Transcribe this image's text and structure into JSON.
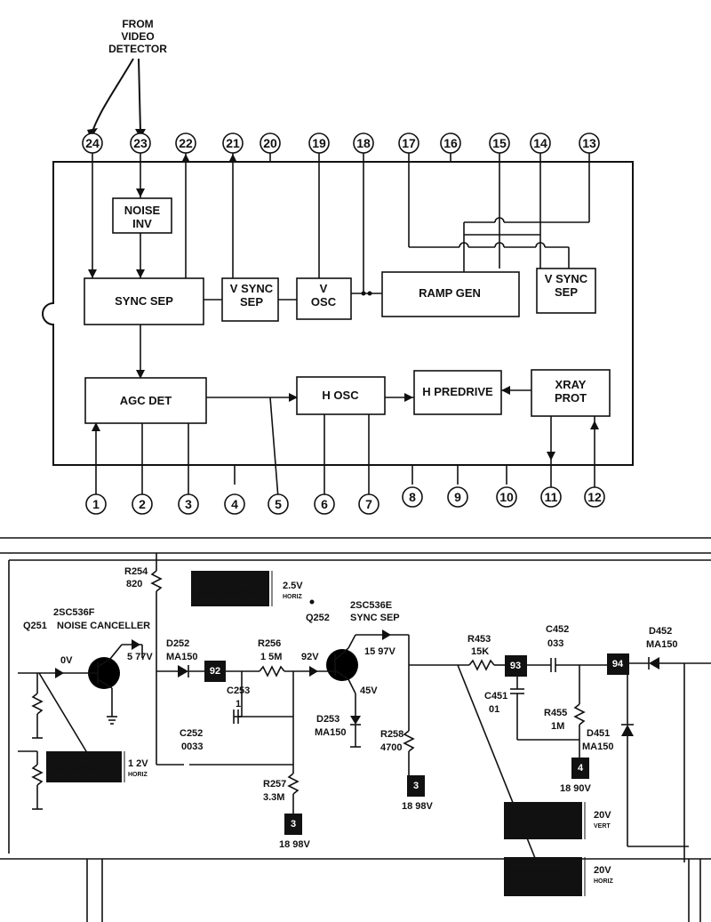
{
  "header_label": [
    "FROM",
    "VIDEO",
    "DETECTOR"
  ],
  "top_pins": [
    "24",
    "23",
    "22",
    "21",
    "20",
    "19",
    "18",
    "17",
    "16",
    "15",
    "14",
    "13"
  ],
  "bottom_pins": [
    "1",
    "2",
    "3",
    "4",
    "5",
    "6",
    "7",
    "8",
    "9",
    "10",
    "11",
    "12"
  ],
  "blocks": {
    "noise_inv": [
      "NOISE",
      "INV"
    ],
    "sync_sep": "SYNC SEP",
    "v_sync_sep_1": [
      "V SYNC",
      "SEP"
    ],
    "v_osc": [
      "V",
      "OSC"
    ],
    "ramp_gen": "RAMP GEN",
    "v_sync_sep_2": [
      "V SYNC",
      "SEP"
    ],
    "agc_det": "AGC DET",
    "h_osc": "H OSC",
    "h_predrive": "H PREDRIVE",
    "xray_prot": [
      "XRAY",
      "PROT"
    ]
  },
  "schematic": {
    "q251": {
      "ref": "Q251",
      "type": "2SC536F",
      "function": "NOISE CANCELLER",
      "voltage_base": "0V",
      "voltage_emitter": "5 77V"
    },
    "r254": {
      "ref": "R254",
      "value": "820"
    },
    "d252": {
      "ref": "D252",
      "value": "MA150"
    },
    "tp92": "92",
    "r256": {
      "ref": "R256",
      "value": "1 5M"
    },
    "node_92v": "92V",
    "c253": {
      "ref": "C253",
      "value": "1"
    },
    "c252": {
      "ref": "C252",
      "value": "0033"
    },
    "r257": {
      "ref": "R257",
      "value": "3.3M"
    },
    "tp3a": {
      "id": "3",
      "voltage": "18 98V"
    },
    "q252": {
      "ref": "Q252",
      "type": "2SC536E",
      "function": "SYNC SEP",
      "voltage_collector": "15 97V",
      "voltage_emitter": "45V"
    },
    "d253": {
      "ref": "D253",
      "value": "MA150"
    },
    "r258": {
      "ref": "R258",
      "value": "4700"
    },
    "tp3b": {
      "id": "3",
      "voltage": "18 98V"
    },
    "r453": {
      "ref": "R453",
      "value": "15K"
    },
    "tp93": "93",
    "c452": {
      "ref": "C452",
      "value": "033"
    },
    "c451": {
      "ref": "C451",
      "value": "01"
    },
    "r455": {
      "ref": "R455",
      "value": "1M"
    },
    "d451": {
      "ref": "D451",
      "value": "MA150"
    },
    "tp4": {
      "id": "4",
      "voltage": "18 90V"
    },
    "tp94": "94",
    "d452": {
      "ref": "D452",
      "value": "MA150"
    },
    "scope1": {
      "amplitude": "2.5V",
      "sweep": "HORIZ"
    },
    "scope2": {
      "amplitude": "1 2V",
      "sweep": "HORIZ"
    },
    "scope3": {
      "amplitude": "20V",
      "sweep": "VERT"
    },
    "scope4": {
      "amplitude": "20V",
      "sweep": "HORIZ"
    }
  }
}
